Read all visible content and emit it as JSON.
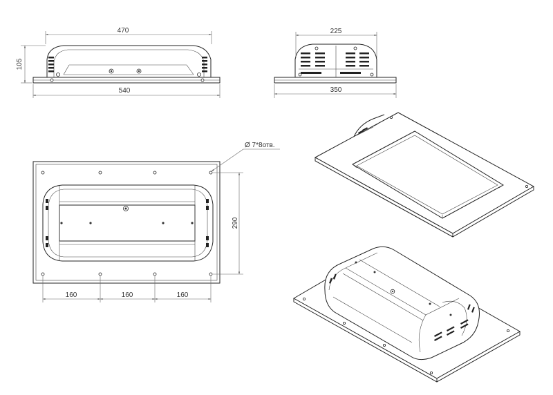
{
  "drawing": {
    "top_view": {
      "width_inner": "470",
      "width_overall": "540",
      "height": "105"
    },
    "side_view": {
      "width_inner": "225",
      "width_overall": "350"
    },
    "plan_view": {
      "hole_note": "Ø 7*8отв.",
      "height": "290",
      "spacing_1": "160",
      "spacing_2": "160",
      "spacing_3": "160"
    }
  }
}
